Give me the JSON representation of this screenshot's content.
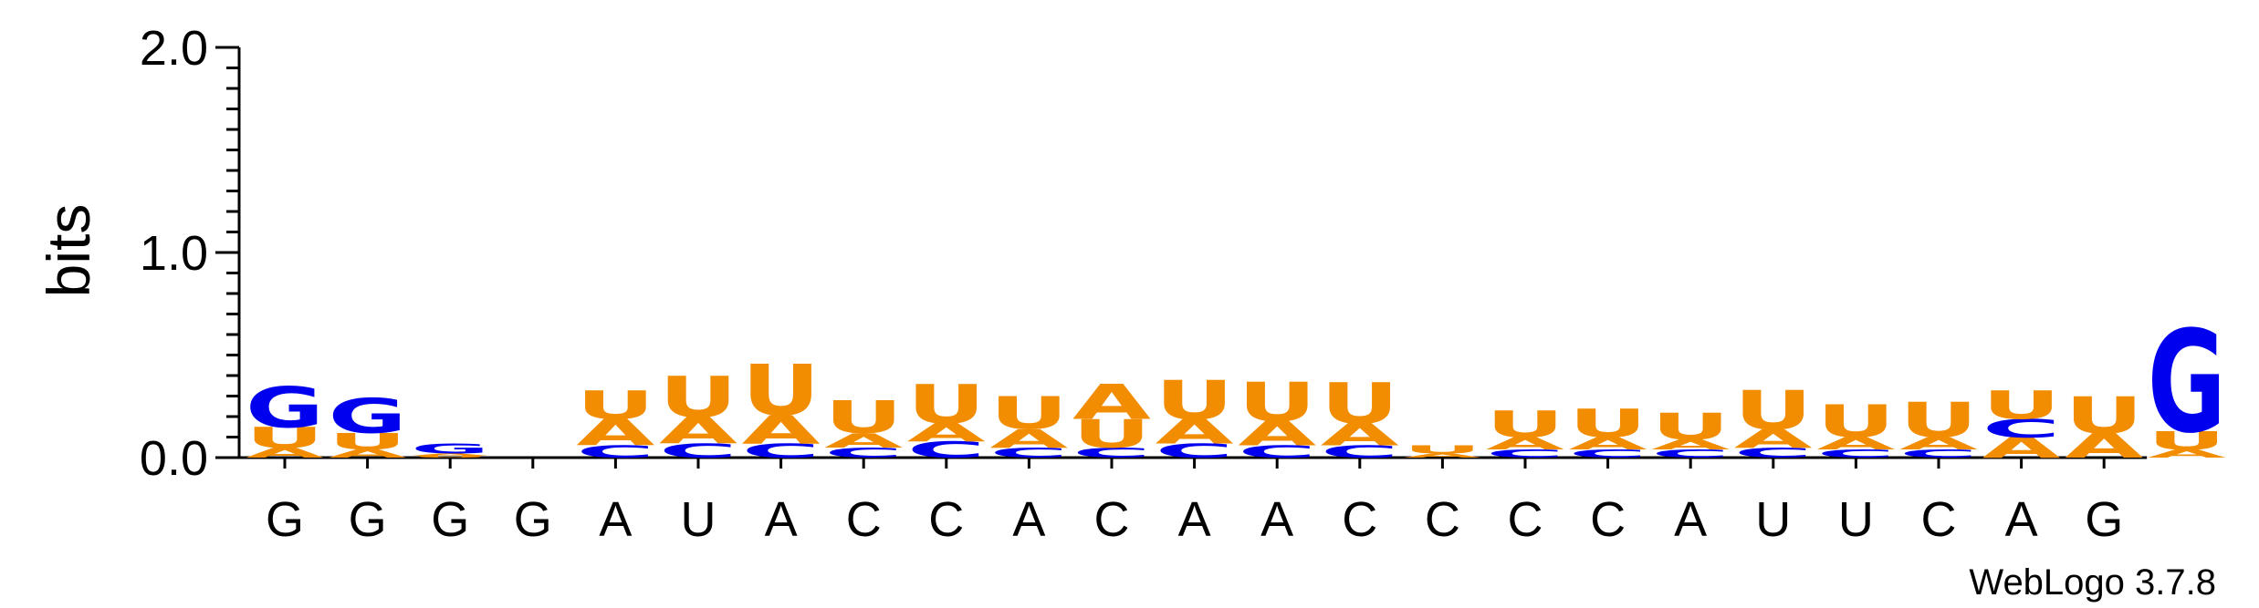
{
  "chart_data": {
    "type": "sequence-logo",
    "ylabel": "bits",
    "ylim": [
      0,
      2.0
    ],
    "yticks": [
      "0.0",
      "1.0",
      "2.0"
    ],
    "categories": [
      "G",
      "G",
      "G",
      "G",
      "A",
      "U",
      "A",
      "C",
      "C",
      "A",
      "C",
      "A",
      "A",
      "C",
      "C",
      "C",
      "C",
      "A",
      "U",
      "U",
      "C",
      "A",
      "G"
    ],
    "colors": {
      "A": "#f28c00",
      "U": "#f28c00",
      "C": "#0000ee",
      "G": "#0000ee"
    },
    "stacks": [
      [
        [
          "A",
          0.05
        ],
        [
          "U",
          0.1
        ],
        [
          "G",
          0.2
        ]
      ],
      [
        [
          "A",
          0.04
        ],
        [
          "U",
          0.08
        ],
        [
          "G",
          0.17
        ]
      ],
      [
        [
          "U",
          0.01
        ],
        [
          "A",
          0.01
        ],
        [
          "G",
          0.05
        ]
      ],
      [],
      [
        [
          "C",
          0.06
        ],
        [
          "A",
          0.13
        ],
        [
          "U",
          0.14
        ]
      ],
      [
        [
          "C",
          0.07
        ],
        [
          "A",
          0.13
        ],
        [
          "U",
          0.2
        ]
      ],
      [
        [
          "C",
          0.07
        ],
        [
          "A",
          0.14
        ],
        [
          "U",
          0.25
        ]
      ],
      [
        [
          "C",
          0.05
        ],
        [
          "A",
          0.07
        ],
        [
          "U",
          0.16
        ]
      ],
      [
        [
          "C",
          0.08
        ],
        [
          "A",
          0.09
        ],
        [
          "U",
          0.19
        ]
      ],
      [
        [
          "C",
          0.05
        ],
        [
          "A",
          0.09
        ],
        [
          "U",
          0.16
        ]
      ],
      [
        [
          "C",
          0.05
        ],
        [
          "U",
          0.14
        ],
        [
          "A",
          0.17
        ]
      ],
      [
        [
          "C",
          0.07
        ],
        [
          "A",
          0.12
        ],
        [
          "U",
          0.19
        ]
      ],
      [
        [
          "C",
          0.06
        ],
        [
          "A",
          0.12
        ],
        [
          "U",
          0.19
        ]
      ],
      [
        [
          "C",
          0.06
        ],
        [
          "A",
          0.11
        ],
        [
          "U",
          0.2
        ]
      ],
      [
        [
          "A",
          0.02
        ],
        [
          "U",
          0.04
        ]
      ],
      [
        [
          "C",
          0.04
        ],
        [
          "A",
          0.06
        ],
        [
          "U",
          0.13
        ]
      ],
      [
        [
          "C",
          0.04
        ],
        [
          "A",
          0.06
        ],
        [
          "U",
          0.14
        ]
      ],
      [
        [
          "C",
          0.04
        ],
        [
          "A",
          0.05
        ],
        [
          "U",
          0.13
        ]
      ],
      [
        [
          "C",
          0.05
        ],
        [
          "A",
          0.09
        ],
        [
          "U",
          0.19
        ]
      ],
      [
        [
          "C",
          0.04
        ],
        [
          "A",
          0.06
        ],
        [
          "U",
          0.16
        ]
      ],
      [
        [
          "C",
          0.04
        ],
        [
          "A",
          0.06
        ],
        [
          "U",
          0.17
        ]
      ],
      [
        [
          "A",
          0.1
        ],
        [
          "C",
          0.09
        ],
        [
          "U",
          0.14
        ]
      ],
      [
        [
          "A",
          0.12
        ],
        [
          "U",
          0.18
        ]
      ],
      [
        [
          "A",
          0.04
        ],
        [
          "U",
          0.09
        ],
        [
          "G",
          0.5
        ]
      ]
    ],
    "credit": "WebLogo 3.7.8"
  }
}
